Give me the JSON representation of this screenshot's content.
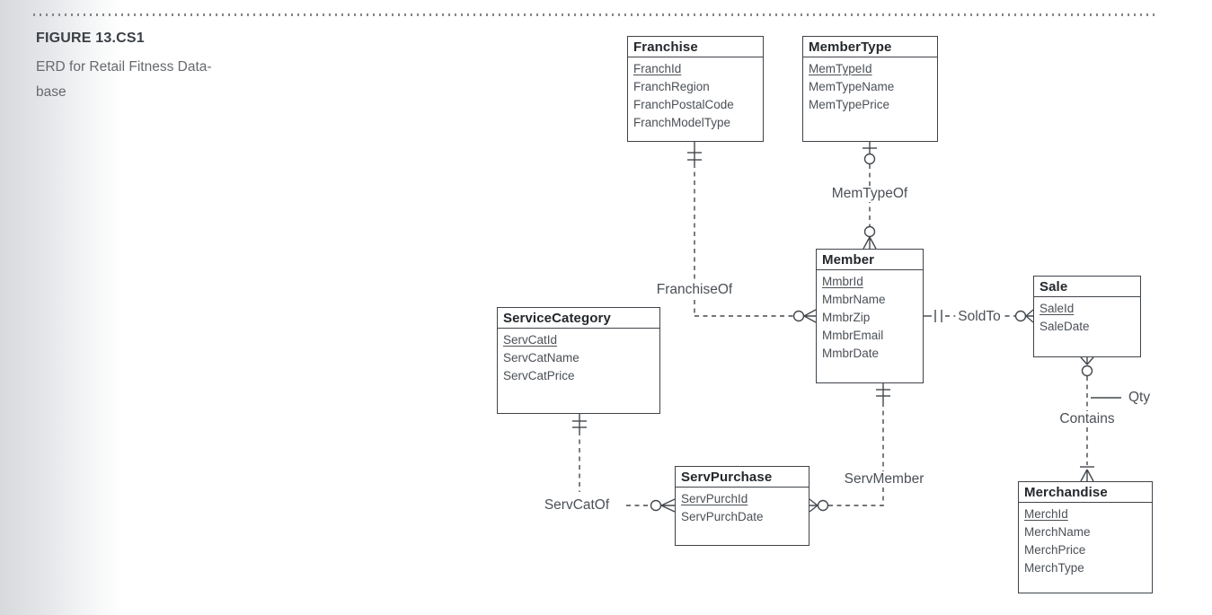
{
  "figure": {
    "label": "FIGURE 13.CS1",
    "caption_line1": "ERD for Retail Fitness Data-",
    "caption_line2": "base"
  },
  "entities": {
    "franchise": {
      "name": "Franchise",
      "pk": "FranchId",
      "attrs": [
        "FranchId",
        "FranchRegion",
        "FranchPostalCode",
        "FranchModelType"
      ]
    },
    "membertype": {
      "name": "MemberType",
      "pk": "MemTypeId",
      "attrs": [
        "MemTypeId",
        "MemTypeName",
        "MemTypePrice"
      ]
    },
    "member": {
      "name": "Member",
      "pk": "MmbrId",
      "attrs": [
        "MmbrId",
        "MmbrName",
        "MmbrZip",
        "MmbrEmail",
        "MmbrDate"
      ]
    },
    "sale": {
      "name": "Sale",
      "pk": "SaleId",
      "attrs": [
        "SaleId",
        "SaleDate"
      ]
    },
    "servicecategory": {
      "name": "ServiceCategory",
      "pk": "ServCatId",
      "attrs": [
        "ServCatId",
        "ServCatName",
        "ServCatPrice"
      ]
    },
    "servpurchase": {
      "name": "ServPurchase",
      "pk": "ServPurchId",
      "attrs": [
        "ServPurchId",
        "ServPurchDate"
      ]
    },
    "merchandise": {
      "name": "Merchandise",
      "pk": "MerchId",
      "attrs": [
        "MerchId",
        "MerchName",
        "MerchPrice",
        "MerchType"
      ]
    }
  },
  "relationships": {
    "franchise_of": {
      "label": "FranchiseOf",
      "from": "Franchise",
      "from_cardinality": "one-and-only-one",
      "to": "Member",
      "to_cardinality": "zero-or-many"
    },
    "mem_type_of": {
      "label": "MemTypeOf",
      "from": "MemberType",
      "from_cardinality": "zero-or-one",
      "to": "Member",
      "to_cardinality": "zero-or-many"
    },
    "sold_to": {
      "label": "SoldTo",
      "from": "Member",
      "from_cardinality": "one-and-only-one",
      "to": "Sale",
      "to_cardinality": "zero-or-many"
    },
    "contains": {
      "label": "Contains",
      "attribute": "Qty",
      "from": "Sale",
      "from_cardinality": "zero-or-many",
      "to": "Merchandise",
      "to_cardinality": "one-or-many"
    },
    "serv_cat_of": {
      "label": "ServCatOf",
      "from": "ServiceCategory",
      "from_cardinality": "one-and-only-one",
      "to": "ServPurchase",
      "to_cardinality": "zero-or-many"
    },
    "serv_member": {
      "label": "ServMember",
      "from": "Member",
      "from_cardinality": "one-and-only-one",
      "to": "ServPurchase",
      "to_cardinality": "zero-or-many"
    }
  },
  "colors": {
    "line": "#43484d",
    "title_text": "#24282c",
    "attr_text": "#4b5056",
    "caption_text": "#66696d"
  }
}
